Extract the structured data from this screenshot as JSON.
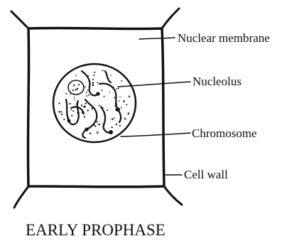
{
  "labels": {
    "nuclear_membrane": "Nuclear membrane",
    "nucleolus": "Nucleolus",
    "chromosome": "Chromosome",
    "cell_wall": "Cell wall"
  },
  "caption": "EARLY PROPHASE",
  "colors": {
    "ink": "#111111",
    "background": "#ffffff"
  }
}
